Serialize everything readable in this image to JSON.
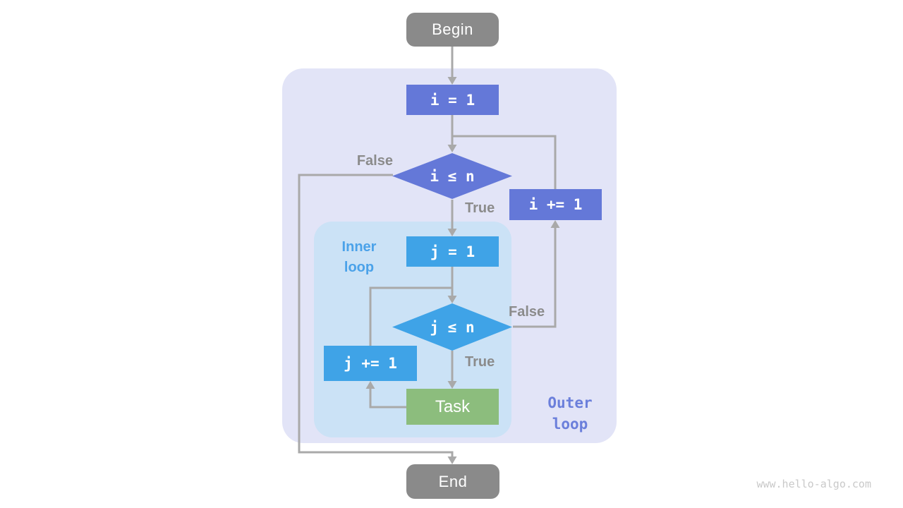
{
  "flowchart": {
    "nodes": {
      "begin": {
        "label": "Begin"
      },
      "init_i": {
        "label": "i = 1"
      },
      "cond_i": {
        "label": "i ≤ n"
      },
      "inc_i": {
        "label": "i += 1"
      },
      "init_j": {
        "label": "j = 1"
      },
      "cond_j": {
        "label": "j ≤ n"
      },
      "inc_j": {
        "label": "j += 1"
      },
      "task": {
        "label": "Task"
      },
      "end": {
        "label": "End"
      }
    },
    "edge_labels": {
      "outer_false": "False",
      "outer_true": "True",
      "inner_false": "False",
      "inner_true": "True"
    },
    "regions": {
      "inner_loop": {
        "line1": "Inner",
        "line2": "loop"
      },
      "outer_loop": {
        "line1": "Outer",
        "line2": "loop"
      }
    },
    "colors": {
      "outer_region_bg": "#E2E4F7",
      "inner_region_bg": "#CBE2F6",
      "outer_node": "#6478D8",
      "inner_node": "#3FA3E7",
      "task_node": "#8CBD7D",
      "terminal_node": "#8A8A8A",
      "connector": "#A9A9A9",
      "edge_label_text": "#8B8B8B",
      "inner_loop_label_text": "#4BA2E9",
      "outer_loop_label_text": "#6B7FDB",
      "watermark_text": "#C9C9C9"
    }
  },
  "page": {
    "watermark": "www.hello-algo.com"
  }
}
